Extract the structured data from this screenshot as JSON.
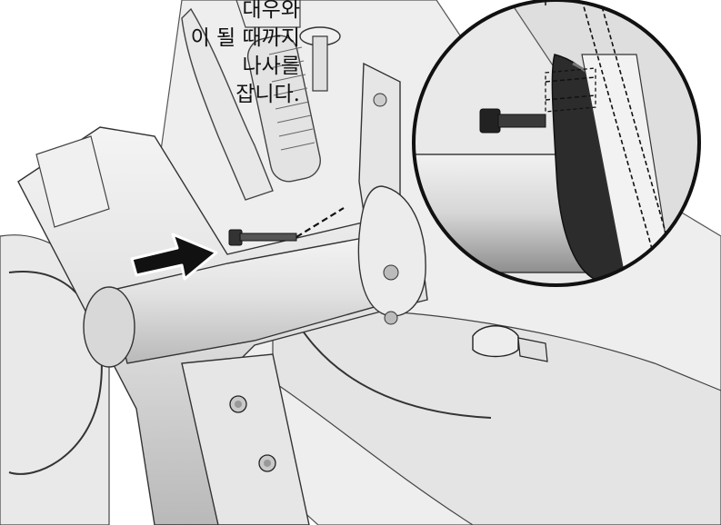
{
  "instruction": {
    "lines": [
      "대우와",
      "이 될 때까지",
      "나사를",
      "잡니다."
    ]
  },
  "colors": {
    "line": "#111111",
    "part_light": "#e6e6e6",
    "part_mid": "#cfcfcf",
    "part_dark": "#9a9a9a",
    "arrow": "#111111",
    "background": "#ffffff"
  },
  "icons": {
    "insert_direction": "arrow-right-icon",
    "screw": "screw-icon",
    "detail_view": "magnified-detail-circle"
  }
}
